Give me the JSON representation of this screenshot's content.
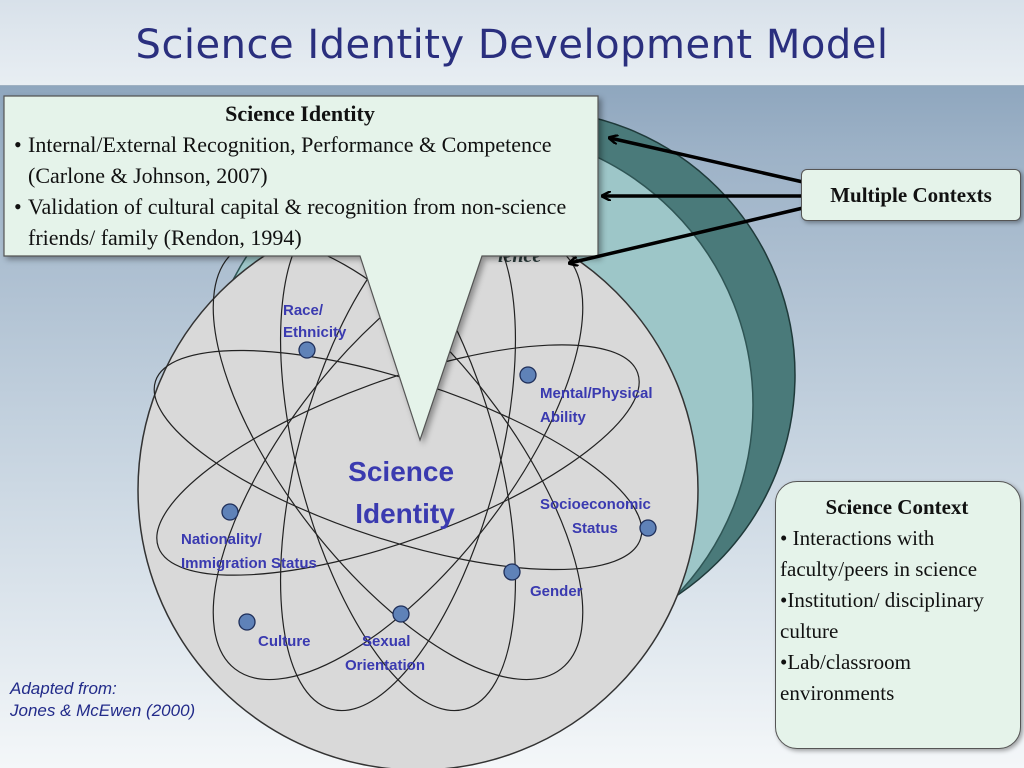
{
  "title": "Science Identity Development Model",
  "callout": {
    "heading": "Science Identity",
    "bullets": [
      "Internal/External Recognition, Performance & Competence (Carlone & Johnson, 2007)",
      "Validation of cultural capital & recognition from non-science friends/ family (Rendon, 1994)"
    ]
  },
  "multiple_contexts_label": "Multiple Contexts",
  "science_context": {
    "heading": "Science Context",
    "items": [
      "•  Interactions with faculty/peers in science",
      "•Institution/ disciplinary culture",
      "•Lab/classroom environments"
    ]
  },
  "diagram": {
    "center_label_lines": [
      "Science",
      "Identity"
    ],
    "partial_label": "ience",
    "nodes": [
      {
        "label_lines": [
          "Race/",
          "Ethnicity"
        ]
      },
      {
        "label_lines": [
          "Mental/Physical",
          "Ability"
        ]
      },
      {
        "label_lines": [
          "Socioeconomic",
          "Status"
        ]
      },
      {
        "label_lines": [
          "Gender"
        ]
      },
      {
        "label_lines": [
          "Sexual",
          "Orientation"
        ]
      },
      {
        "label_lines": [
          "Culture"
        ]
      },
      {
        "label_lines": [
          "Nationality/",
          "Immigration Status"
        ]
      }
    ]
  },
  "citation": {
    "line1": "Adapted from:",
    "line2": "Jones & McEwen (2000)"
  },
  "colors": {
    "title": "#2a2f7e",
    "outer_circle": "#4a7a7a",
    "middle_circle": "#9dc6c8",
    "inner_circle": "#d9d9d9",
    "node": "#5f82b8",
    "label": "#3a3ab0",
    "box_fill": "#e5f3ea"
  }
}
